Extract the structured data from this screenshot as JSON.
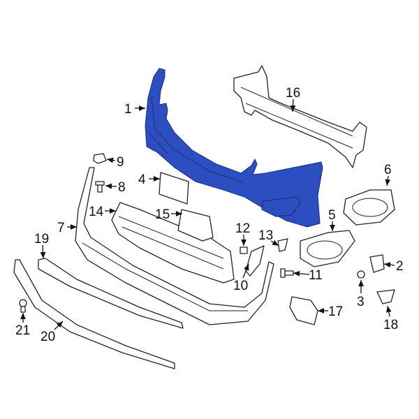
{
  "diagram": {
    "highlight_color": "#2c4ec0",
    "highlighted_part": "1",
    "callouts": [
      "1",
      "2",
      "3",
      "4",
      "5",
      "6",
      "7",
      "8",
      "9",
      "10",
      "11",
      "12",
      "13",
      "14",
      "15",
      "16",
      "17",
      "18",
      "19",
      "20",
      "21"
    ]
  }
}
